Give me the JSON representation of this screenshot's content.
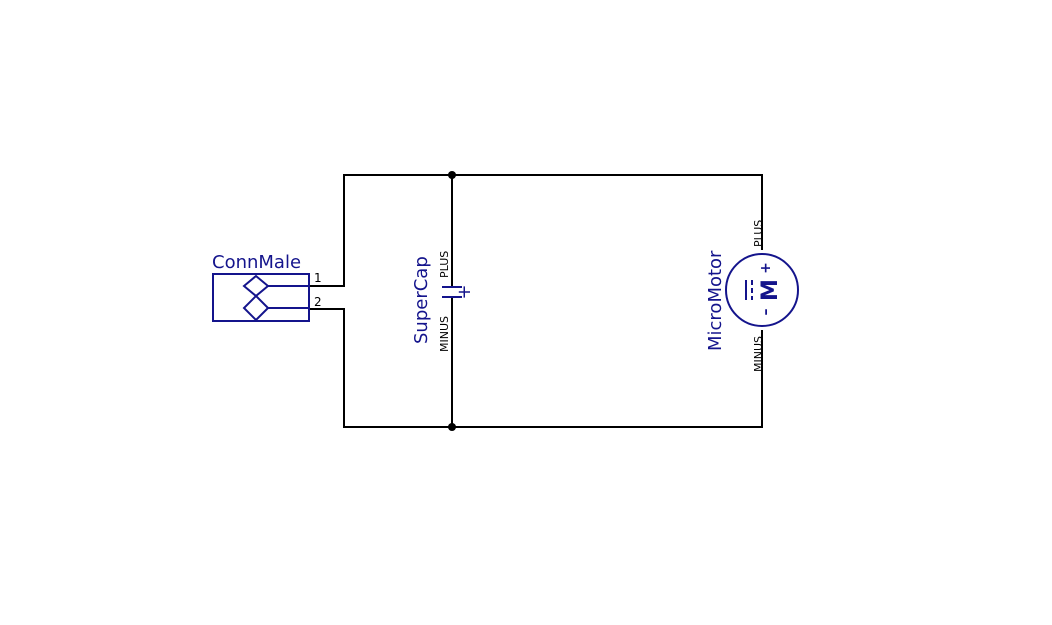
{
  "components": {
    "connector": {
      "name": "ConnMale",
      "pin1": "1",
      "pin2": "2"
    },
    "capacitor": {
      "name": "SuperCap",
      "plus_pin": "PLUS",
      "minus_pin": "MINUS",
      "polarity_mark": "+"
    },
    "motor": {
      "name": "MicroMotor",
      "plus_pin": "PLUS",
      "minus_pin": "MINUS",
      "symbol_letter": "M",
      "plus_mark": "+",
      "minus_mark": "–"
    }
  },
  "colors": {
    "wire": "#000000",
    "symbol": "#14148c",
    "background": "#ffffff"
  }
}
